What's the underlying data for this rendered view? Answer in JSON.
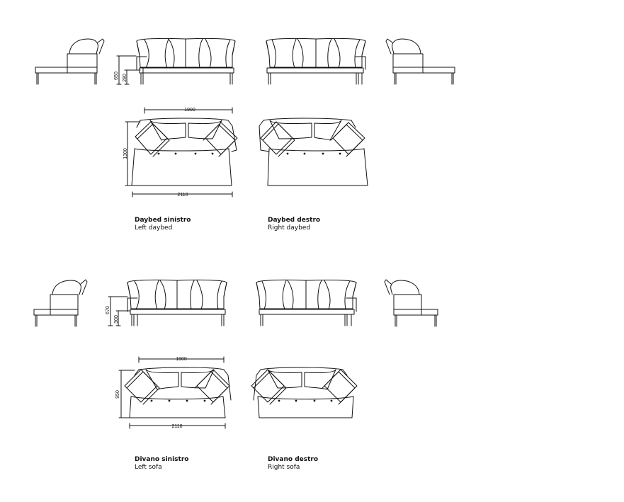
{
  "sections": [
    {
      "id": "daybed",
      "dimensions": {
        "total_height": "650",
        "seat_height": "280",
        "depth": "1300",
        "inner_width": "1900",
        "total_width": "2110"
      },
      "products": [
        {
          "title_it": "Daybed sinistro",
          "title_en": "Left daybed"
        },
        {
          "title_it": "Daybed destro",
          "title_en": "Right daybed"
        }
      ]
    },
    {
      "id": "sofa",
      "dimensions": {
        "total_height": "670",
        "seat_height": "300",
        "depth": "950",
        "inner_width": "1900",
        "total_width": "2110"
      },
      "products": [
        {
          "title_it": "Divano sinistro",
          "title_en": "Left sofa"
        },
        {
          "title_it": "Divano destro",
          "title_en": "Right sofa"
        }
      ]
    }
  ],
  "colors": {
    "line": "#111111",
    "background": "#ffffff"
  }
}
